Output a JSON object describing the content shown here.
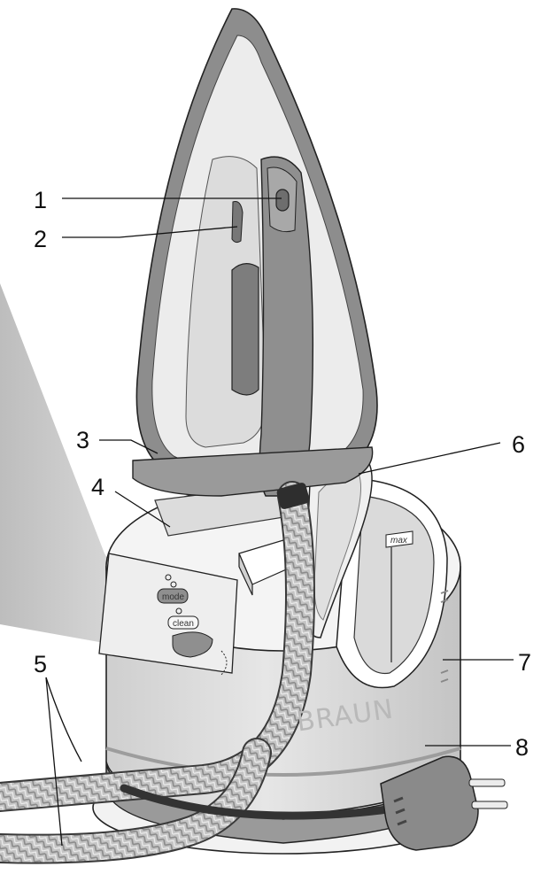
{
  "figure": {
    "callouts": [
      {
        "id": "c1",
        "label": "1"
      },
      {
        "id": "c2",
        "label": "2"
      },
      {
        "id": "c3",
        "label": "3"
      },
      {
        "id": "c4",
        "label": "4"
      },
      {
        "id": "c5",
        "label": "5"
      },
      {
        "id": "c6",
        "label": "6"
      },
      {
        "id": "c7",
        "label": "7"
      },
      {
        "id": "c8",
        "label": "8"
      }
    ],
    "brand_logo": "BRAUN",
    "control_panel": {
      "mode_label": "mode",
      "clean_label": "clean"
    },
    "tank_max_label": "max"
  },
  "colors": {
    "outline": "#111111",
    "iron_dark": "#8f8f8f",
    "iron_light": "#e4e4e4",
    "base_body": "#d7d7d7",
    "panel_bg": "#efefef",
    "highlight_beam": "#c8c8c8"
  }
}
